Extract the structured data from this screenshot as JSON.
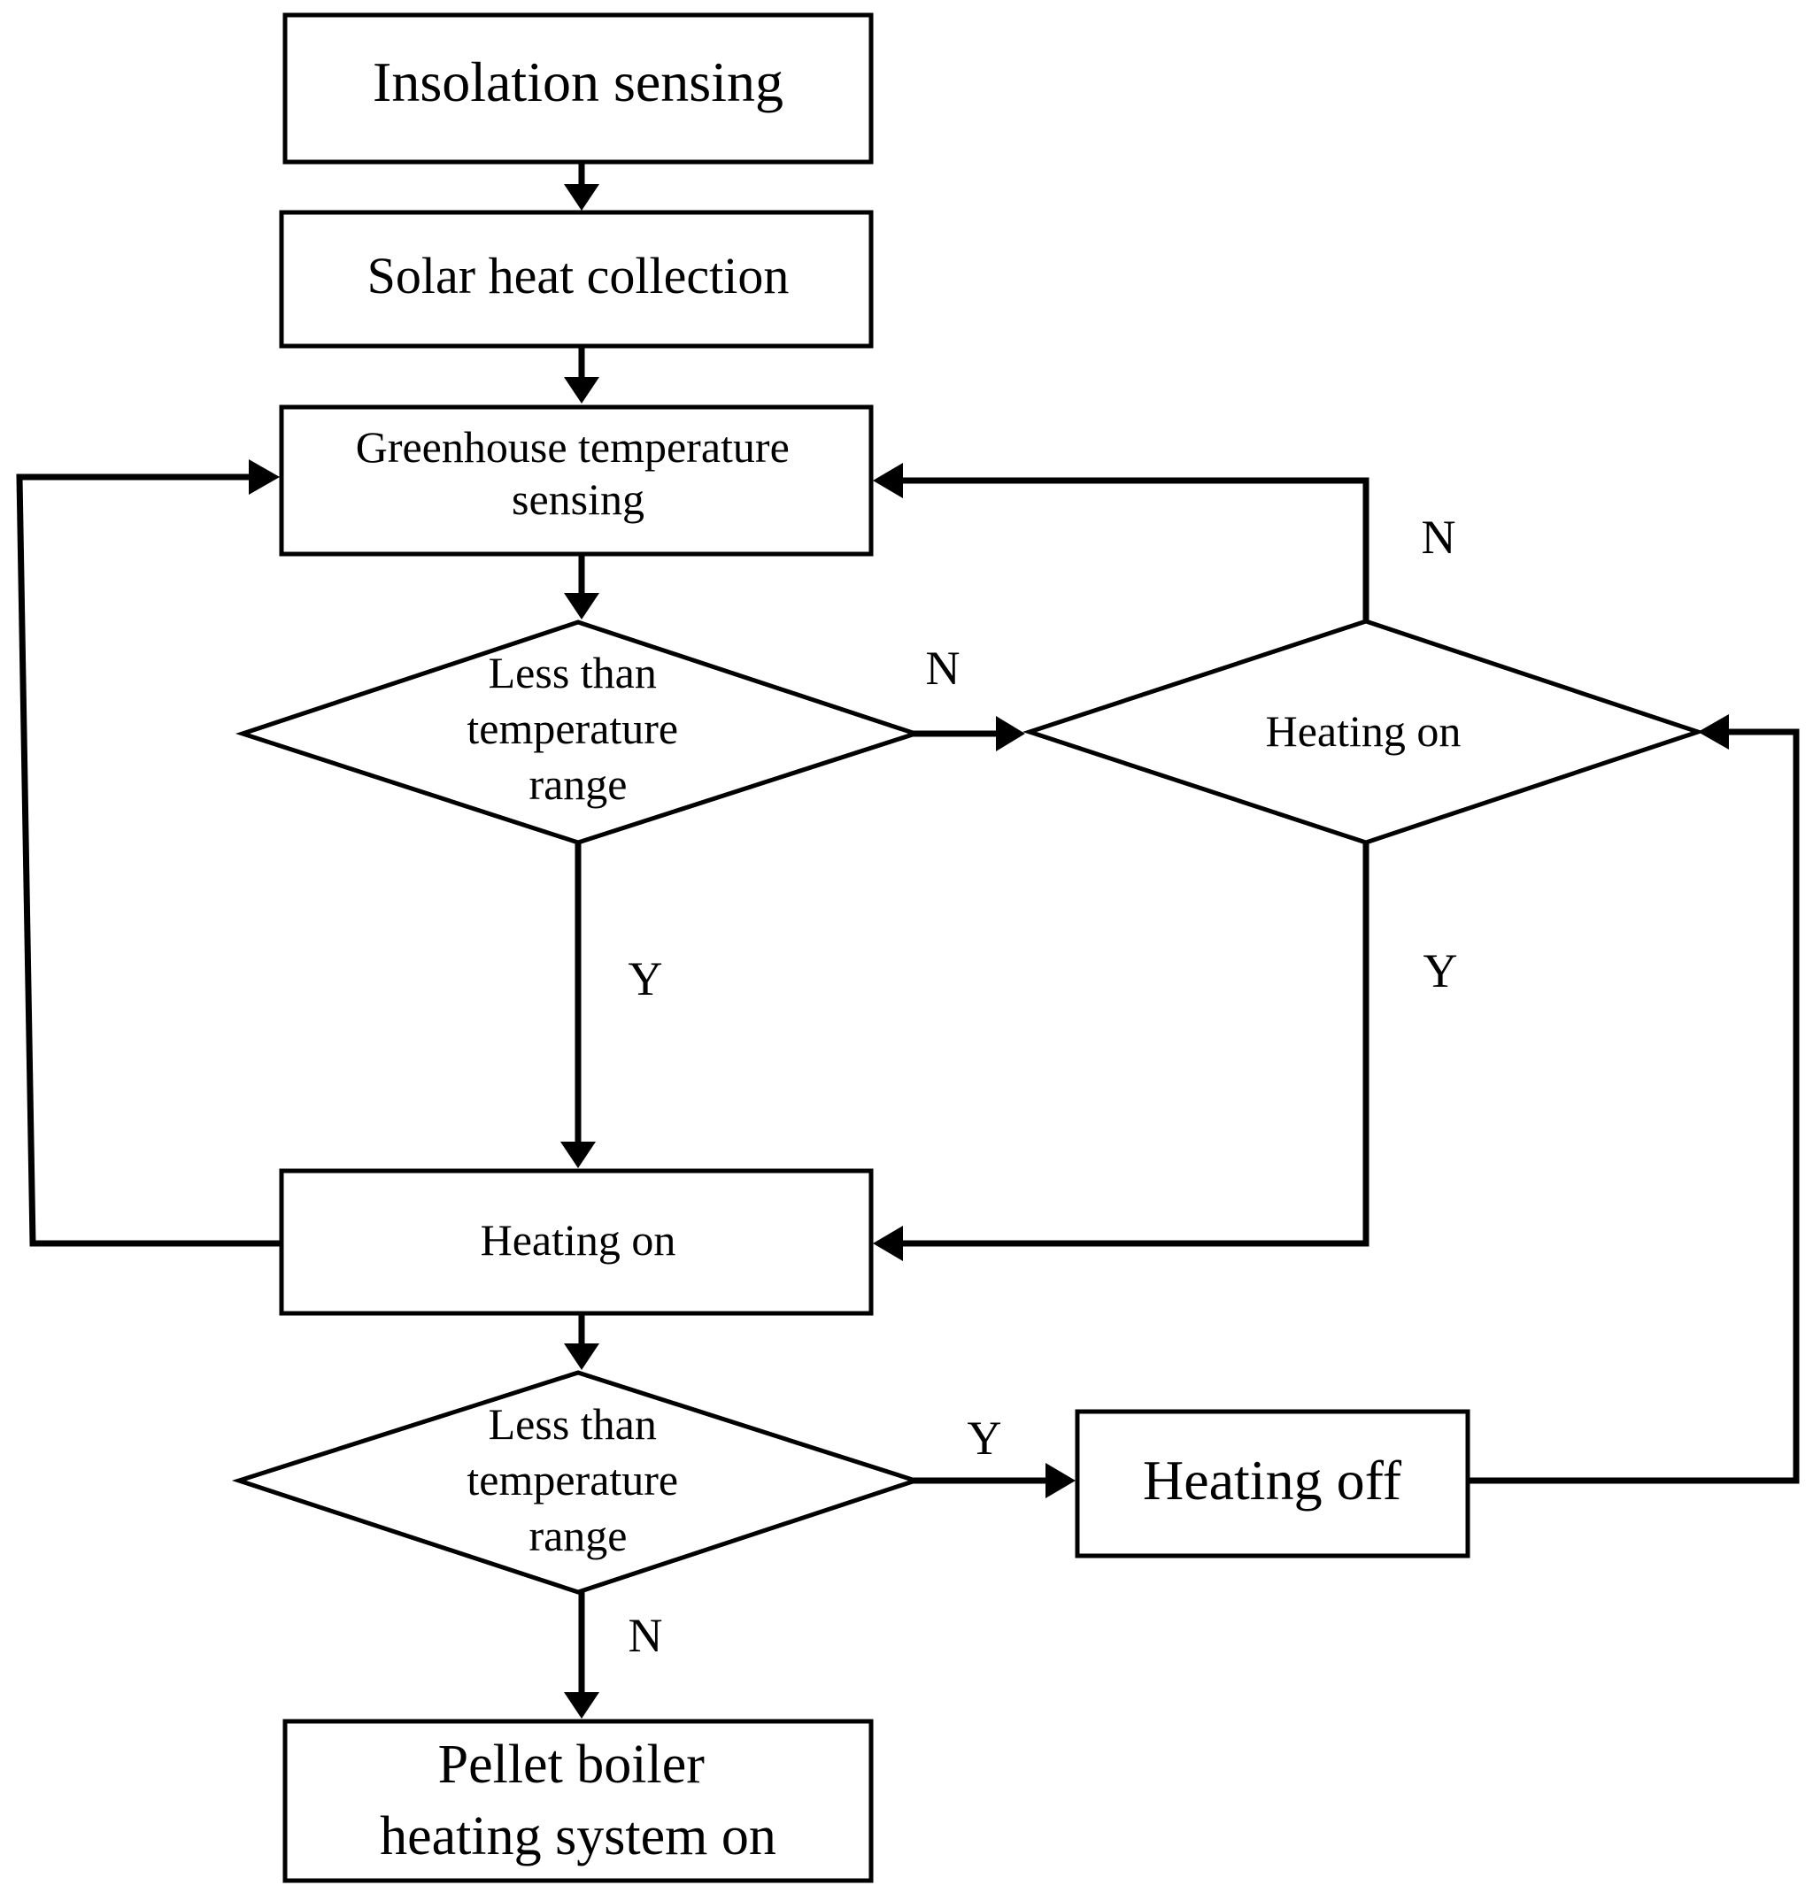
{
  "nodes": {
    "insolation": {
      "lines": [
        "Insolation sensing"
      ]
    },
    "solar": {
      "lines": [
        "Solar heat collection"
      ]
    },
    "greenhouse": {
      "lines": [
        "Greenhouse temperature",
        "sensing"
      ]
    },
    "decision1": {
      "lines": [
        "Less than",
        "temperature",
        "range"
      ]
    },
    "decision2": {
      "lines": [
        "Heating on"
      ]
    },
    "heating_on": {
      "lines": [
        "Heating on"
      ]
    },
    "decision3": {
      "lines": [
        "Less than",
        "temperature",
        "range"
      ]
    },
    "heating_off": {
      "lines": [
        "Heating off"
      ]
    },
    "pellet": {
      "lines": [
        "Pellet boiler",
        "heating system on"
      ]
    }
  },
  "labels": {
    "d1_no": "N",
    "d1_yes": "Y",
    "d2_no": "N",
    "d2_yes": "Y",
    "d3_yes": "Y",
    "d3_no": "N"
  }
}
